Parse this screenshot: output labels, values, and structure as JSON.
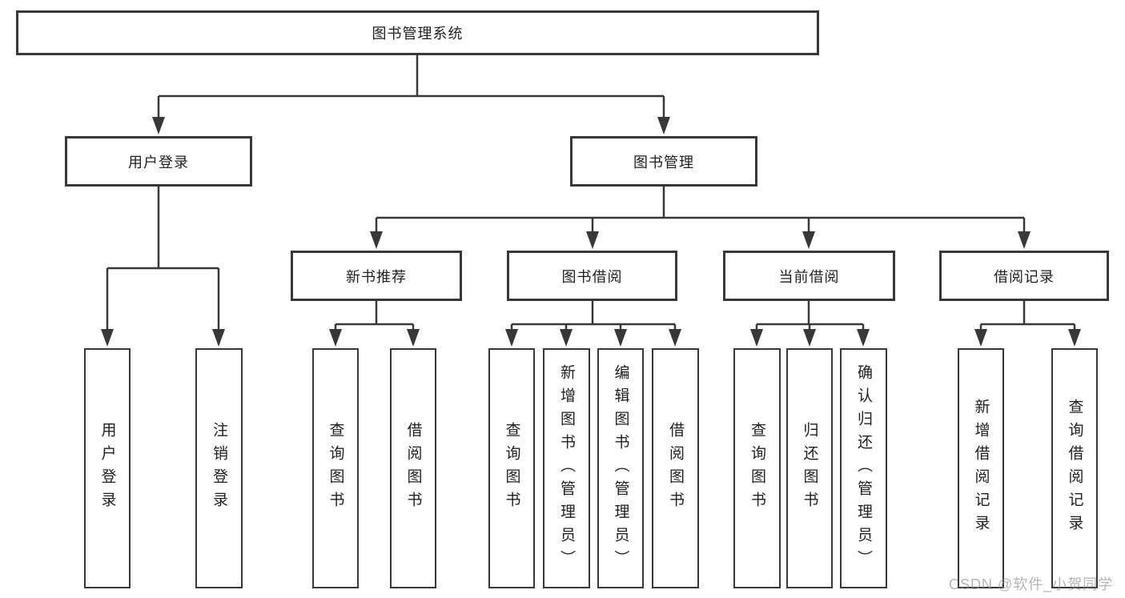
{
  "tree": {
    "root": {
      "label": "图书管理系统",
      "children": [
        {
          "label": "用户登录",
          "children": [
            {
              "label": "用户登录"
            },
            {
              "label": "注销登录"
            }
          ]
        },
        {
          "label": "图书管理",
          "children": [
            {
              "label": "新书推荐",
              "children": [
                {
                  "label": "查询图书"
                },
                {
                  "label": "借阅图书"
                }
              ]
            },
            {
              "label": "图书借阅",
              "children": [
                {
                  "label": "查询图书"
                },
                {
                  "label": "新增图书（管理员）"
                },
                {
                  "label": "编辑图书（管理员）"
                },
                {
                  "label": "借阅图书"
                }
              ]
            },
            {
              "label": "当前借阅",
              "children": [
                {
                  "label": "查询图书"
                },
                {
                  "label": "归还图书"
                },
                {
                  "label": "确认归还（管理员）"
                }
              ]
            },
            {
              "label": "借阅记录",
              "children": [
                {
                  "label": "新增借阅记录"
                },
                {
                  "label": "查询借阅记录"
                }
              ]
            }
          ]
        }
      ]
    }
  },
  "watermark": {
    "text": "CSDN @软件_小贺同学"
  },
  "colors": {
    "line": "#383838",
    "text": "#1f1f1f",
    "box_background": "#ffffff",
    "watermark_text": "#9c9c9c"
  }
}
